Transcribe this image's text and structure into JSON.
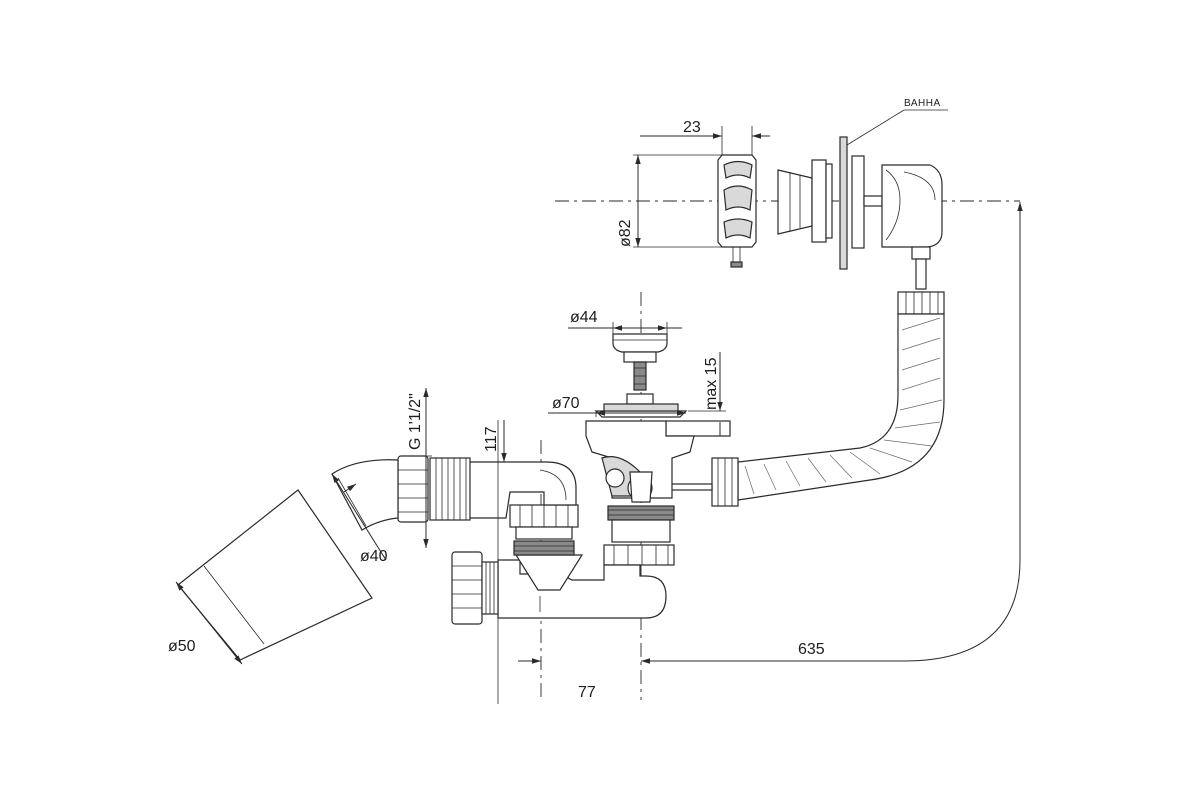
{
  "labels": {
    "d82": "ø82",
    "d23": "23",
    "bath": "ВАННА",
    "d44": "ø44",
    "max15": "max 15",
    "d70": "ø70",
    "thread": "G 1'1/2\"",
    "h117": "117",
    "d40": "ø40",
    "d50": "ø50",
    "w635": "635",
    "w77": "77"
  }
}
